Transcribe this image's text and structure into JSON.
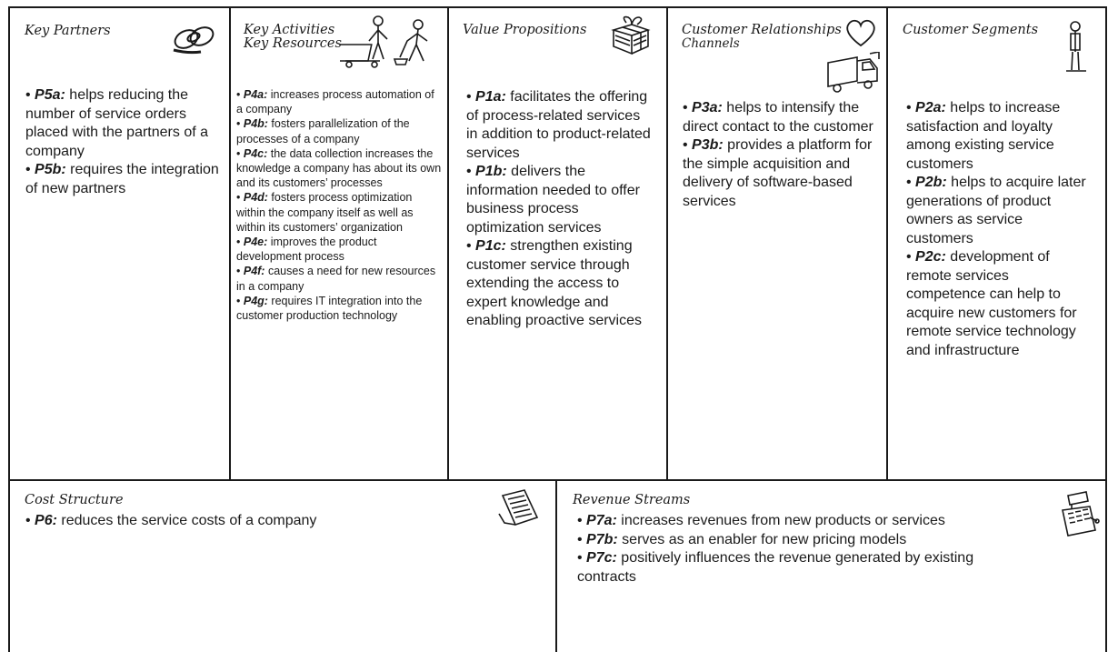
{
  "blocks": {
    "key_partners": {
      "title": "Key Partners",
      "items": [
        {
          "id": "P5a:",
          "text": " helps reducing the number of service orders placed with the partners of a company"
        },
        {
          "id": "P5b:",
          "text": " requires the integration of new partners"
        }
      ]
    },
    "key_activities": {
      "title_line1": "Key Activities",
      "title_line2": "Key Resources",
      "items": [
        {
          "id": "P4a:",
          "text": " increases process automation of a company"
        },
        {
          "id": "P4b:",
          "text": " fosters parallelization of the processes of a company"
        },
        {
          "id": "P4c:",
          "text": " the data collection increases the knowledge a company has about its own and its customers’ processes"
        },
        {
          "id": "P4d:",
          "text": " fosters process optimization within the company itself as well as within its customers’ organization"
        },
        {
          "id": "P4e:",
          "text": " improves the product development process"
        },
        {
          "id": "P4f:",
          "text": " causes a need for new resources in a company"
        },
        {
          "id": "P4g:",
          "text": " requires IT integration into the customer production technology"
        }
      ]
    },
    "value_propositions": {
      "title": "Value Propositions",
      "items": [
        {
          "id": "P1a:",
          "text": " facilitates the offering of process-related services in addition to product-related services"
        },
        {
          "id": "P1b:",
          "text": " delivers the information needed to offer business process optimization services"
        },
        {
          "id": "P1c:",
          "text": " strengthen existing customer service through extending the access to expert knowledge and enabling proactive services"
        }
      ]
    },
    "customer_relationships": {
      "title_line1": "Customer Relationships",
      "title_line2": "Channels",
      "items": [
        {
          "id": "P3a:",
          "text": " helps to intensify the direct contact to the customer"
        },
        {
          "id": "P3b:",
          "text": " provides a platform for the simple acquisition and delivery of software-based services"
        }
      ]
    },
    "customer_segments": {
      "title": "Customer Segments",
      "items": [
        {
          "id": "P2a:",
          "text": " helps to increase satisfaction and loyalty among existing service customers"
        },
        {
          "id": "P2b:",
          "text": " helps to acquire later generations of product owners as service customers"
        },
        {
          "id": "P2c:",
          "text": " development of remote services competence can help to acquire new customers for remote service technology and infrastructure"
        }
      ]
    },
    "cost_structure": {
      "title": "Cost Structure",
      "items": [
        {
          "id": "P6:",
          "text": " reduces the service costs of a company"
        }
      ]
    },
    "revenue_streams": {
      "title": "Revenue Streams",
      "items": [
        {
          "id": "P7a:",
          "text": " increases revenues from new products or services"
        },
        {
          "id": "P7b:",
          "text": " serves as an enabler for new pricing models"
        },
        {
          "id": "P7c:",
          "text": " positively influences the revenue generated by existing contracts"
        }
      ]
    }
  },
  "icons": {
    "key_partners": "chain-links-icon",
    "key_activities": "worker-and-cart-icon",
    "value_propositions": "gift-box-icon",
    "customer_relationships": "heart-icon",
    "channels": "delivery-truck-icon",
    "customer_segments": "person-icon",
    "cost_structure": "price-tag-icon",
    "revenue_streams": "cash-register-icon"
  }
}
